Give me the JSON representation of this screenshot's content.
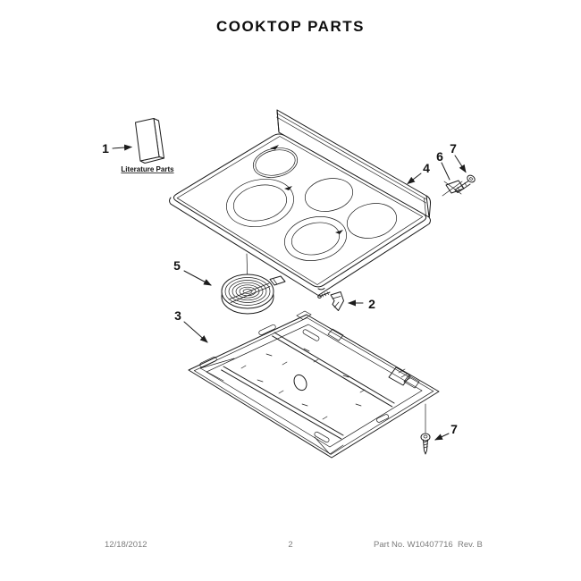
{
  "page": {
    "title": "COOKTOP PARTS"
  },
  "footer": {
    "date": "12/18/2012",
    "page_number": "2",
    "part_info": "Part No. W10407716  Rev. B"
  },
  "diagram": {
    "literature_caption": "Literature Parts",
    "callouts": {
      "literature_pack": "1",
      "clip": "2",
      "burner_box": "3",
      "main_top": "4",
      "surface_element": "5",
      "element_bracket": "6",
      "screw_top": "7",
      "screw_bottom": "7"
    }
  }
}
